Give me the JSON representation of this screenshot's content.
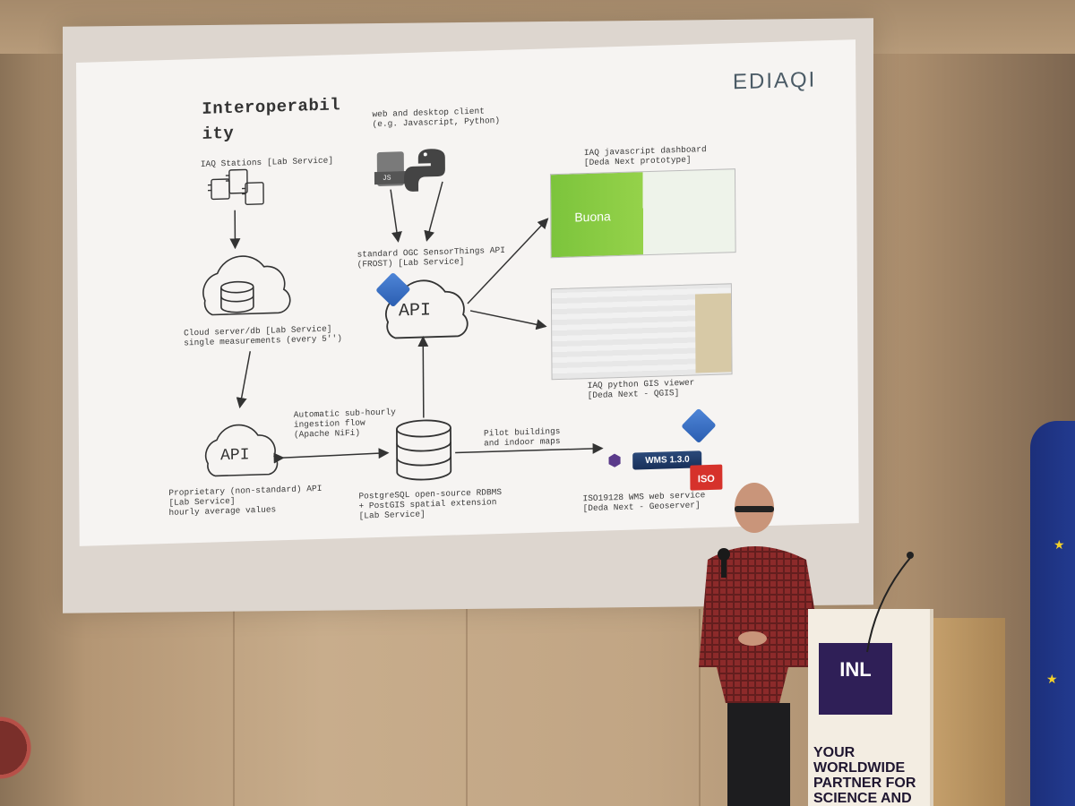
{
  "slide": {
    "title": "Interoperability",
    "brand": "EDIAQI",
    "labels": {
      "stations": "IAQ Stations [Lab Service]",
      "cloud_db": "Cloud server/db [Lab Service]\nsingle measurements (every 5'')",
      "client": "web and desktop client\n(e.g. Javascript, Python)",
      "sensorthings": "standard OGC SensorThings API\n(FROST) [Lab Service]",
      "dashboard": "IAQ javascript dashboard\n[Deda Next prototype]",
      "gis_viewer": "IAQ python GIS viewer\n[Deda Next - QGIS]",
      "ingestion": "Automatic sub-hourly\ningestion flow\n(Apache NiFi)",
      "pilot": "Pilot buildings\nand indoor maps",
      "proprietary": "Proprietary (non-standard) API\n[Lab Service]\nhourly average values",
      "postgres": "PostgreSQL open-source RDBMS\n+ PostGIS spatial extension\n[Lab Service]",
      "wms_service": "ISO19128 WMS web service\n[Deda Next - Geoserver]"
    },
    "api_labels": {
      "left": "API",
      "center": "API"
    },
    "badges": {
      "wms": "WMS 1.3.0",
      "iso": "ISO",
      "js": "JS"
    },
    "dashboard_word": "Buona"
  },
  "podium": {
    "logo": "INL",
    "slogan": "YOUR\nWORLDWIDE\nPARTNER FOR\nSCIENCE AND"
  },
  "colors": {
    "slide_bg": "#f6f4f2",
    "wall": "#c1a584",
    "inl_purple": "#2f1f57",
    "iso_red": "#d6322b",
    "wms_blue": "#2b4a7a"
  }
}
